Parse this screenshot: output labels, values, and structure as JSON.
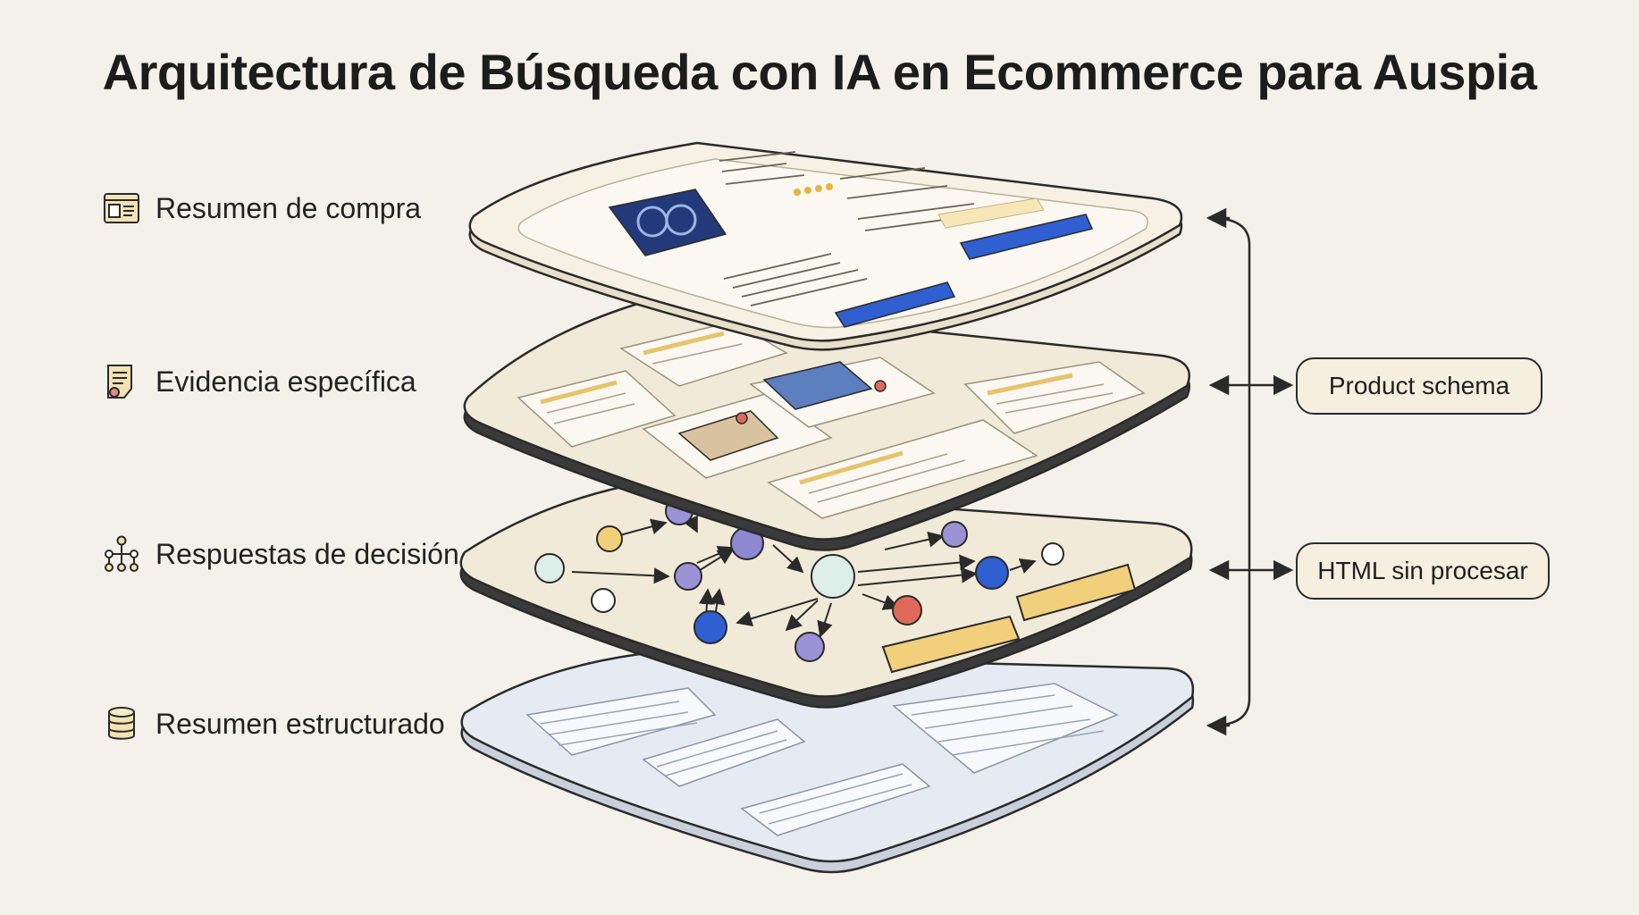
{
  "title": "Arquitectura de Búsqueda con IA en Ecommerce para Auspia",
  "layers": [
    {
      "label": "Resumen de compra",
      "icon": "receipt-card-icon"
    },
    {
      "label": "Evidencia específica",
      "icon": "document-badge-icon"
    },
    {
      "label": "Respuestas de decisión",
      "icon": "decision-tree-icon"
    },
    {
      "label": "Resumen estructurado",
      "icon": "database-icon"
    }
  ],
  "sources": [
    {
      "label": "Product schema"
    },
    {
      "label": "HTML sin procesar"
    }
  ],
  "colors": {
    "background": "#f4f1ea",
    "layer_fill": "#f1ead8",
    "layer_base_fill": "#e3e8f1",
    "outline": "#2a2a2a",
    "accent_blue": "#2f5fd0",
    "accent_yellow": "#f2cf7a",
    "icon_tint": "#e9c77f"
  }
}
